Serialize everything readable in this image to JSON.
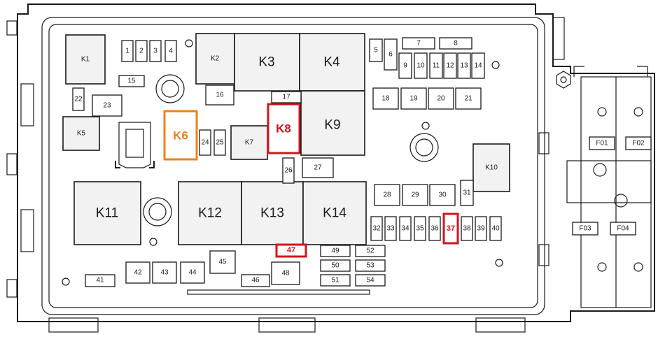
{
  "colors": {
    "highlight_orange": "#f07f1a",
    "highlight_red": "#d2141e",
    "line": "#1a1a1a"
  },
  "relays": {
    "k1": "K1",
    "k2": "K2",
    "k3": "K3",
    "k4": "K4",
    "k5": "K5",
    "k6": "K6",
    "k7": "K7",
    "k8": "K8",
    "k9": "K9",
    "k10": "K10",
    "k11": "K11",
    "k12": "K12",
    "k13": "K13",
    "k14": "K14"
  },
  "fuses": {
    "f1": "1",
    "f2": "2",
    "f3": "3",
    "f4": "4",
    "f5": "5",
    "f6": "6",
    "f7": "7",
    "f8": "8",
    "f9": "9",
    "f10": "10",
    "f11": "11",
    "f12": "12",
    "f13": "13",
    "f14": "14",
    "f15": "15",
    "f16": "16",
    "f17": "17",
    "f18": "18",
    "f19": "19",
    "f20": "20",
    "f21": "21",
    "f22": "22",
    "f23": "23",
    "f24": "24",
    "f25": "25",
    "f26": "26",
    "f27": "27",
    "f28": "28",
    "f29": "29",
    "f30": "30",
    "f31": "31",
    "f32": "32",
    "f33": "33",
    "f34": "34",
    "f35": "35",
    "f36": "36",
    "f37": "37",
    "f38": "38",
    "f39": "39",
    "f40": "40",
    "f41": "41",
    "f42": "42",
    "f43": "43",
    "f44": "44",
    "f45": "45",
    "f46": "46",
    "f47": "47",
    "f48": "48",
    "f49": "49",
    "f50": "50",
    "f51": "51",
    "f52": "52",
    "f53": "53",
    "f54": "54"
  },
  "maxi_fuses": {
    "f01": "F01",
    "f02": "F02",
    "f03": "F03",
    "f04": "F04"
  },
  "highlighted": [
    "K6",
    "K8",
    "37",
    "47"
  ]
}
